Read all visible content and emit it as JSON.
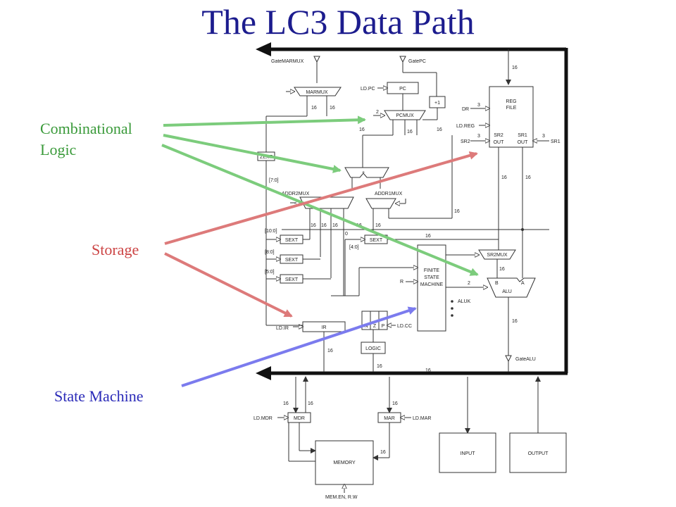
{
  "title": "The LC3 Data Path",
  "callouts": {
    "combinational": {
      "line1": "Combinational",
      "line2": "Logic",
      "color": "#3a9a3a"
    },
    "storage": {
      "label": "Storage",
      "color": "#cc4444"
    },
    "state_machine": {
      "label": "State Machine",
      "color": "#2a2ab8"
    }
  },
  "arrow_colors": {
    "green": "#7ccc7c",
    "red": "#dd7a7a",
    "blue": "#7b7bee"
  },
  "blocks": {
    "pc": "PC",
    "plus1": "+1",
    "pcmux": "PCMUX",
    "marmux": "MARMUX",
    "zext": "ZEXT",
    "adder": "+",
    "addr2mux": "ADDR2MUX",
    "addr1mux": "ADDR1MUX",
    "sext1": "SEXT",
    "sext2": "SEXT",
    "sext3": "SEXT",
    "sext4": "SEXT",
    "reg_file_1": "REG",
    "reg_file_2": "FILE",
    "sr2_out_1": "SR2",
    "sr2_out_2": "OUT",
    "sr1_out_1": "SR1",
    "sr1_out_2": "OUT",
    "sr2mux": "SR2MUX",
    "alu": "ALU",
    "fsm_1": "FINITE",
    "fsm_2": "STATE",
    "fsm_3": "MACHINE",
    "ir": "IR",
    "n": "N",
    "z": "Z",
    "p": "P",
    "logic": "LOGIC",
    "mdr": "MDR",
    "mar": "MAR",
    "memory": "MEMORY",
    "input": "INPUT",
    "output": "OUTPUT"
  },
  "signals": {
    "gate_marmux": "GateMARMUX",
    "gate_pc": "GatePC",
    "ld_pc": "LD.PC",
    "dr": "DR",
    "ld_reg": "LD.REG",
    "sr2": "SR2",
    "sr1": "SR1",
    "ld_ir": "LD.IR",
    "ld_cc": "LD.CC",
    "r": "R",
    "aluk": "ALUK",
    "gate_alu": "GateALU",
    "ld_mdr": "LD.MDR",
    "ld_mar": "LD.MAR",
    "mem_en": "MEM.EN, R.W",
    "b": "B",
    "a": "A"
  },
  "wire_labels": {
    "w16a": "16",
    "w16b": "16",
    "w16c": "16",
    "w16d": "16",
    "w16e": "16",
    "w16f": "16",
    "w16g": "16",
    "w16h": "16",
    "w16i": "16",
    "w16j": "16",
    "w16k": "16",
    "w16l": "16",
    "w16m": "16",
    "w16n": "16",
    "w16o": "16",
    "w16p": "16",
    "w16q": "16",
    "w16r": "16",
    "w16s": "16",
    "w16t": "16",
    "w16u": "16",
    "w16v": "16",
    "w16w": "16",
    "w16x": "16",
    "w3a": "3",
    "w3b": "3",
    "w3c": "3",
    "w2a": "2",
    "w2b": "2",
    "w2c": "2",
    "zero": "0",
    "bits70": "[7:0]",
    "bits100": "[10:0]",
    "bits80": "[8:0]",
    "bits50": "[5:0]",
    "bits40": "[4:0]"
  }
}
